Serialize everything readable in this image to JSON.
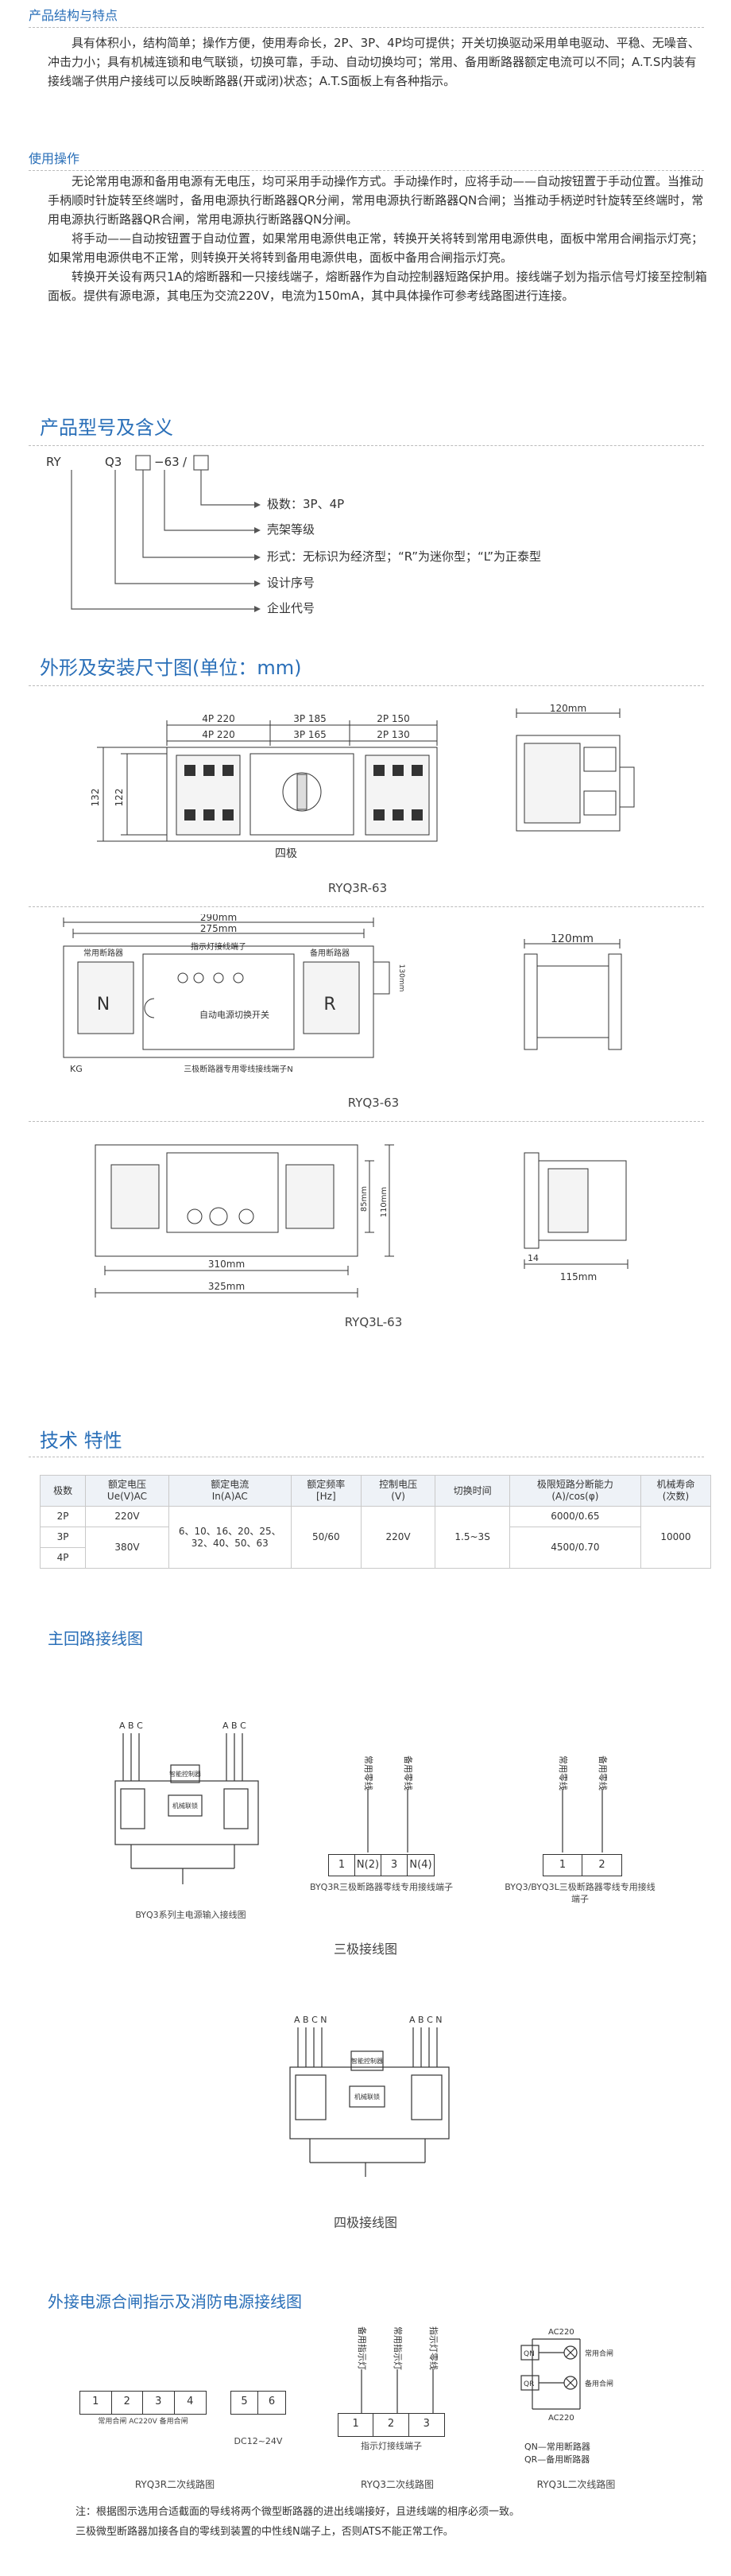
{
  "sec1": {
    "title": "产品结构与特点"
  },
  "features_text": "具有体积小，结构简单；操作方便，使用寿命长，2P、3P、4P均可提供；开关切换驱动采用单电驱动、平稳、无噪音、冲击力小；具有机械连锁和电气联锁，切换可靠，手动、自动切换均可；常用、备用断路器额定电流可以不同；A.T.S内装有接线端子供用户接线可以反映断路器(开或闭)状态；A.T.S面板上有各种指示。",
  "sec2": {
    "title": "使用操作"
  },
  "usage": [
    "无论常用电源和备用电源有无电压，均可采用手动操作方式。手动操作时，应将手动——自动按钮置于手动位置。当推动手柄顺时针旋转至终端时，备用电源执行断路器QR分闸，常用电源执行断路器QN合闸；当推动手柄逆时针旋转至终端时，常用电源执行断路器QR合闸，常用电源执行断路器QN分闸。",
    "将手动——自动按钮置于自动位置，如果常用电源供电正常，转换开关将转到常用电源供电，面板中常用合闸指示灯亮；如果常用电源供电不正常，则转换开关将转到备用电源供电，面板中备用合闸指示灯亮。",
    "转换开关设有两只1A的熔断器和一只接线端子，熔断器作为自动控制器短路保护用。接线端子划为指示信号灯接至控制箱面板。提供有源电源，其电压为交流220V，电流为150mA，其中具体操作可参考线路图进行连接。"
  ],
  "model": {
    "title": "产品型号及含义",
    "code": [
      "RY",
      "Q3",
      "□",
      "−63",
      "/",
      "□"
    ],
    "explain": [
      "极数：3P、4P",
      "壳架等级",
      "形式：无标识为经济型；“R”为迷你型；“L”为正泰型",
      "设计序号",
      "企业代号"
    ]
  },
  "dims": {
    "title": "外形及安装尺寸图(单位：mm)",
    "d1": {
      "r1": [
        "4P 220",
        "3P 185",
        "2P 150"
      ],
      "r2": [
        "4P 220",
        "3P 165",
        "2P 130"
      ],
      "h1": "132",
      "h2": "122",
      "sub": "四极",
      "cap": "RYQ3R-63",
      "side": "120mm"
    },
    "d2": {
      "w1": "290mm",
      "w2": "275mm",
      "lbl_n": "常用断路器",
      "lbl_lamp": "指示灯接线端子",
      "lbl_r": "备用断路器",
      "center": "自动电源切换开关",
      "bottom": "三极断路器专用零线接线端子N",
      "kg": "KG",
      "n": "N",
      "r": "R",
      "h": "130mm",
      "cap": "RYQ3-63",
      "side": "120mm"
    },
    "d3": {
      "w1": "310mm",
      "w2": "325mm",
      "h1": "85mm",
      "h2": "110mm",
      "cap": "RYQ3L-63",
      "side_w": "115mm",
      "side_d": "14"
    }
  },
  "spec": {
    "title": "技术 特性",
    "headers": [
      "极数",
      "额定电压\nUe(V)AC",
      "额定电流\nIn(A)AC",
      "额定频率\n[Hz]",
      "控制电压\n(V)",
      "切换时间",
      "极限短路分断能力\n(A)/cos(φ)",
      "机械寿命\n(次数)"
    ],
    "poles": [
      "2P",
      "3P",
      "4P"
    ],
    "volt": [
      "220V",
      "380V"
    ],
    "current": "6、10、16、20、25、32、40、50、63",
    "freq": "50/60",
    "ctrl": "220V",
    "switch": "1.5~3S",
    "breaking": [
      "6000/0.65",
      "4500/0.70"
    ],
    "life": "10000"
  },
  "wiring": {
    "title": "主回路接线图",
    "abc": "A B C",
    "abcn": "A B C N",
    "smart": "智能控制器",
    "mech": "机械联锁",
    "cap1": "BYQ3系列主电源输入接线图",
    "cap2": "BYQ3R三极断路器零线专用接线端子",
    "cap3": "BYQ3/BYQ3L三极断路器零线专用接线端子",
    "normal": "常用零线",
    "backup": "备用零线",
    "t4": [
      "1",
      "N(2)",
      "3",
      "N(4)"
    ],
    "t2": [
      "1",
      "2"
    ],
    "three_pole": "三极接线图",
    "four_pole": "四极接线图"
  },
  "ext": {
    "title": "外接电源合闸指示及消防电源接线图",
    "t1": [
      "1",
      "2",
      "3",
      "4"
    ],
    "t1_labels": "常用合闸 AC220V 备用合闸",
    "t2": [
      "5",
      "6"
    ],
    "t2_label": "DC12~24V",
    "lamp_labels": [
      "备用指示灯",
      "常用指示灯",
      "指示灯零线"
    ],
    "t3": [
      "1",
      "2",
      "3"
    ],
    "t3_label": "指示灯接线端子",
    "ac1": "AC220",
    "ac2": "AC220",
    "qn": "QN",
    "qr": "QR",
    "normal_on": "常用合闸",
    "backup_on": "备用合闸",
    "legend": [
      "QN—常用断路器",
      "QR—备用断路器"
    ],
    "caps": [
      "RYQ3R二次线路图",
      "RYQ3二次线路图",
      "RYQ3L二次线路图"
    ],
    "notes": [
      "注：根据图示选用合适截面的导线将两个微型断路器的进出线端接好，且进线端的相序必须一致。",
      "三极微型断路器加接各自的零线到装置的中性线N端子上，否则ATS不能正常工作。"
    ]
  }
}
